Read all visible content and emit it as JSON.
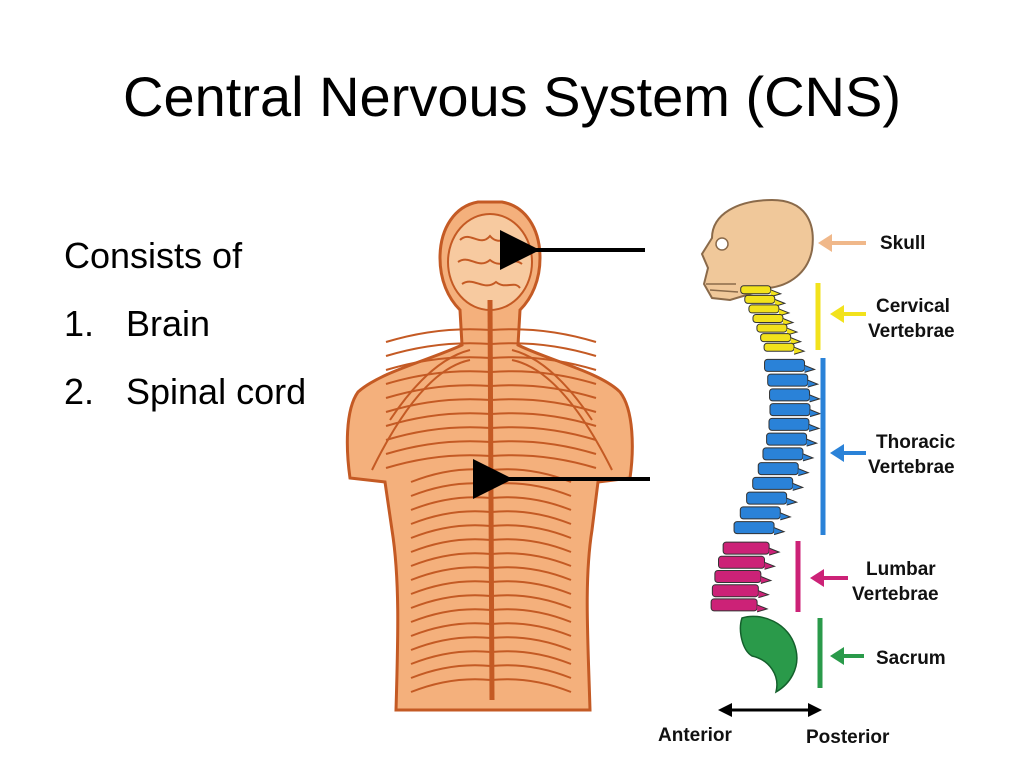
{
  "title": "Central Nervous System (CNS)",
  "intro": "Consists of",
  "items": [
    {
      "num": "1.",
      "text": "Brain"
    },
    {
      "num": "2.",
      "text": "Spinal cord"
    }
  ],
  "spine_labels": {
    "skull": "Skull",
    "cervical": [
      "Cervical",
      "Vertebrae"
    ],
    "thoracic": [
      "Thoracic",
      "Vertebrae"
    ],
    "lumbar": [
      "Lumbar",
      "Vertebrae"
    ],
    "sacrum": "Sacrum",
    "anterior": "Anterior",
    "posterior": "Posterior"
  },
  "colors": {
    "skull": "#f0c89a",
    "cervical": "#f2e21c",
    "thoracic": "#2a82d8",
    "lumbar": "#cc2277",
    "sacrum": "#2a9a4a",
    "body": "#f2a86e",
    "nerve": "#c45a24"
  }
}
